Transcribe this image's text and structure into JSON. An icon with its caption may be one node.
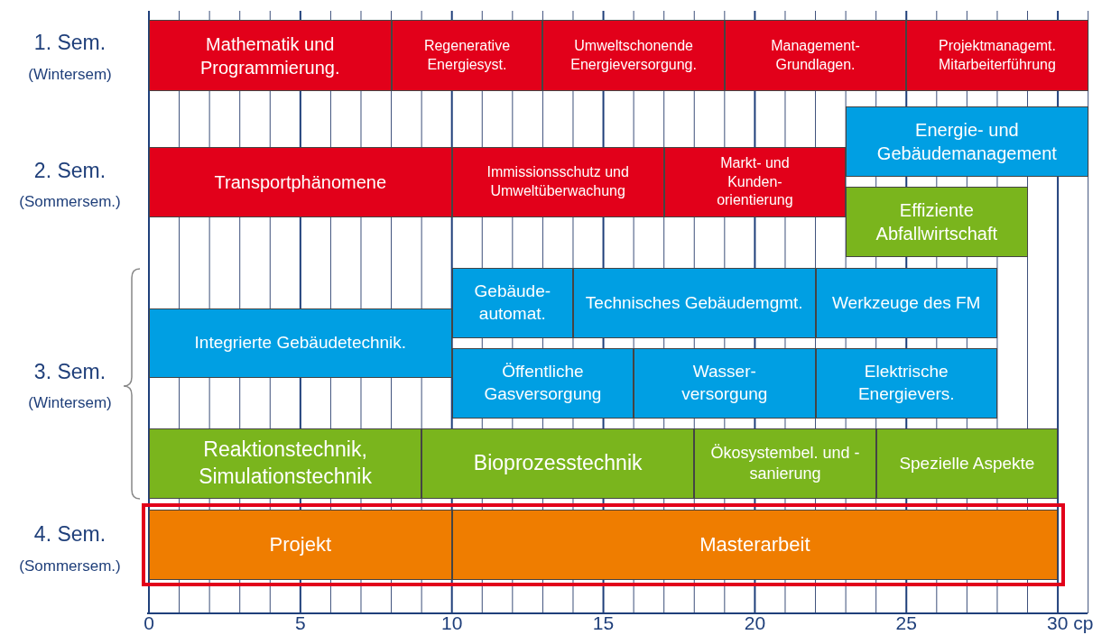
{
  "diagram": {
    "nodes": [
      {
        "text": [
          "Mathematik und Programmierung."
        ]
      },
      {
        "text": [
          "Regenerative Energiesyst."
        ]
      },
      {
        "text": [
          "Umweltschonende Energieversorgung."
        ]
      },
      {
        "text": [
          "Management- Grundlagen."
        ]
      },
      {
        "text": [
          "Projektmanagemt. Mitarbeiterführung"
        ]
      },
      {
        "text": [
          "Energie- und Gebäudemanagement"
        ]
      },
      {
        "text": [
          "Transportphänomene"
        ]
      },
      {
        "text": [
          "Immissionsschutz und Umweltüberwachung"
        ]
      },
      {
        "text": [
          "Markt- und Kunden- orientierung"
        ]
      },
      {
        "text": [
          "Effiziente Abfallwirtschaft"
        ]
      },
      {
        "text": [
          "Gebäude- automat."
        ]
      },
      {
        "text": [
          "Technisches Gebäudemgmt."
        ]
      },
      {
        "text": [
          "Werkzeuge des FM"
        ]
      },
      {
        "text": [
          "Integrierte Gebäudetechnik."
        ]
      },
      {
        "text": [
          "Öffentliche Gasversorgung"
        ]
      },
      {
        "text": [
          "Wasser- versorgung"
        ]
      },
      {
        "text": [
          "Elektrische Energievers."
        ]
      },
      {
        "text": [
          "Reaktionstechnik, Simulationstechnik"
        ]
      },
      {
        "text": [
          "Bioprozesstechnik"
        ]
      },
      {
        "text": [
          "Ökosystembel. und -sanierung"
        ]
      },
      {
        "text": [
          "Spezielle Aspekte"
        ]
      },
      {
        "text": [
          "Projekt"
        ]
      },
      {
        "text": [
          "Masterarbeit"
        ]
      }
    ],
    "labels": [
      "1. Sem.",
      "(Wintersem)",
      "2. Sem.",
      "(Sommersem.)",
      "3. Sem.",
      "(Wintersem)",
      "4. Sem.",
      "(Sommersem.)",
      "0",
      "5",
      "10",
      "15",
      "20",
      "25",
      "30 cp"
    ]
  }
}
